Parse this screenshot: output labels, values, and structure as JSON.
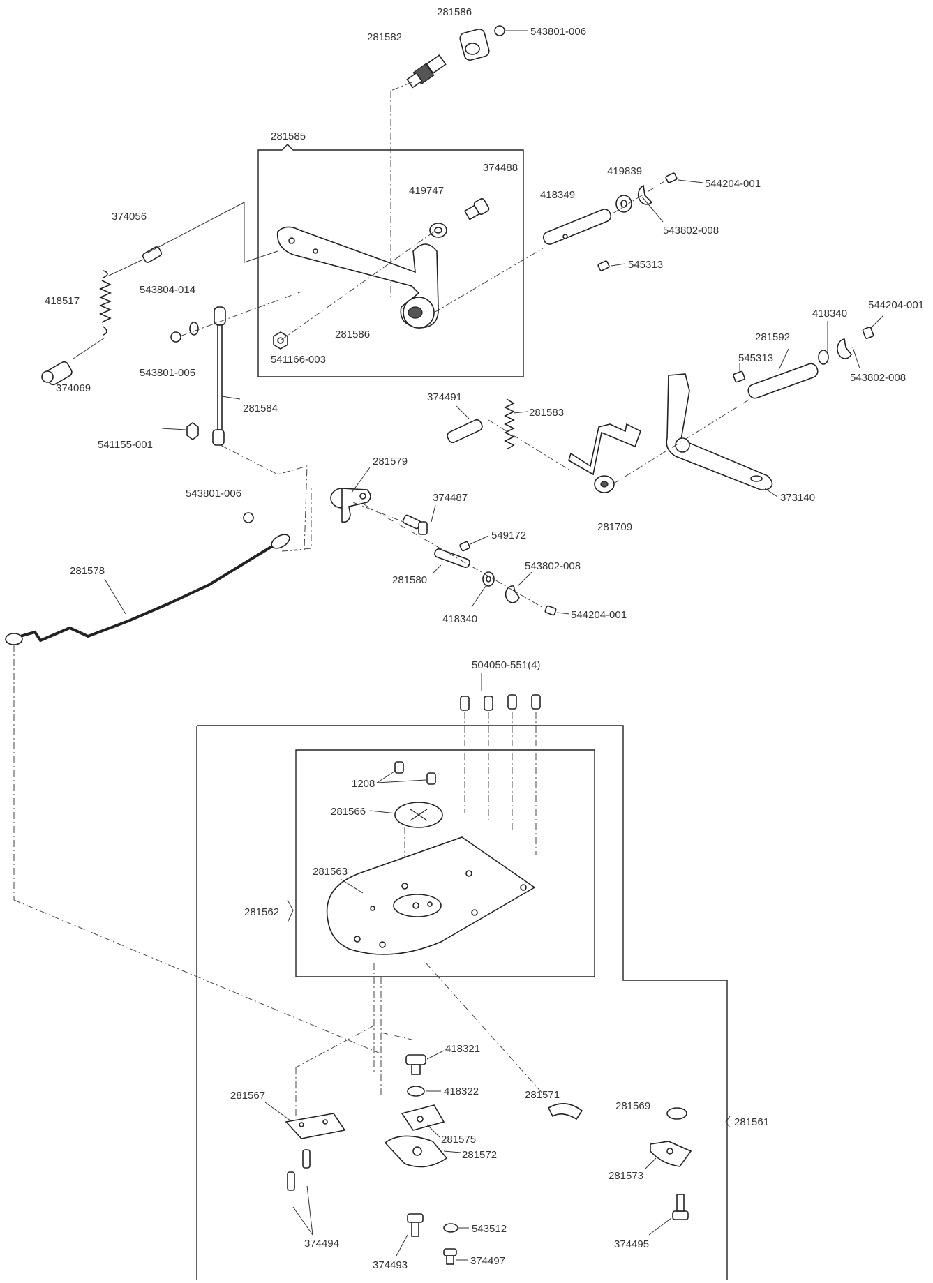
{
  "labels": {
    "p281586_top": "281586",
    "p543801_006_top": "543801-006",
    "p281582": "281582",
    "p281585": "281585",
    "p374488": "374488",
    "p419747": "419747",
    "p418349": "418349",
    "p419839": "419839",
    "p544204_001_a": "544204-001",
    "p543802_008_a": "543802-008",
    "p545313_a": "545313",
    "p374056": "374056",
    "p418517": "418517",
    "p543804_014": "543804-014",
    "p281586_b": "281586",
    "p541166_003": "541166-003",
    "p543801_005": "543801-005",
    "p374069": "374069",
    "p281584": "281584",
    "p541155_001": "541155-001",
    "p418340_a": "418340",
    "p544204_001_b": "544204-001",
    "p281592": "281592",
    "p545313_b": "545313",
    "p543802_008_b": "543802-008",
    "p374491": "374491",
    "p281583": "281583",
    "p281709": "281709",
    "p373140": "373140",
    "p281579": "281579",
    "p543801_006_b": "543801-006",
    "p374487": "374487",
    "p281578": "281578",
    "p549172": "549172",
    "p281580": "281580",
    "p543802_008_c": "543802-008",
    "p418340_b": "418340",
    "p544204_001_c": "544204-001",
    "p504050": "504050-551(4)",
    "p1208": "1208",
    "p281566": "281566",
    "p281563": "281563",
    "p281562": "281562",
    "p281561": "281561",
    "p418321": "418321",
    "p418322": "418322",
    "p281567": "281567",
    "p281571": "281571",
    "p281575": "281575",
    "p281572": "281572",
    "p374494": "374494",
    "p281569": "281569",
    "p281573": "281573",
    "p543512": "543512",
    "p374493": "374493",
    "p374497": "374497",
    "p374495": "374495"
  }
}
